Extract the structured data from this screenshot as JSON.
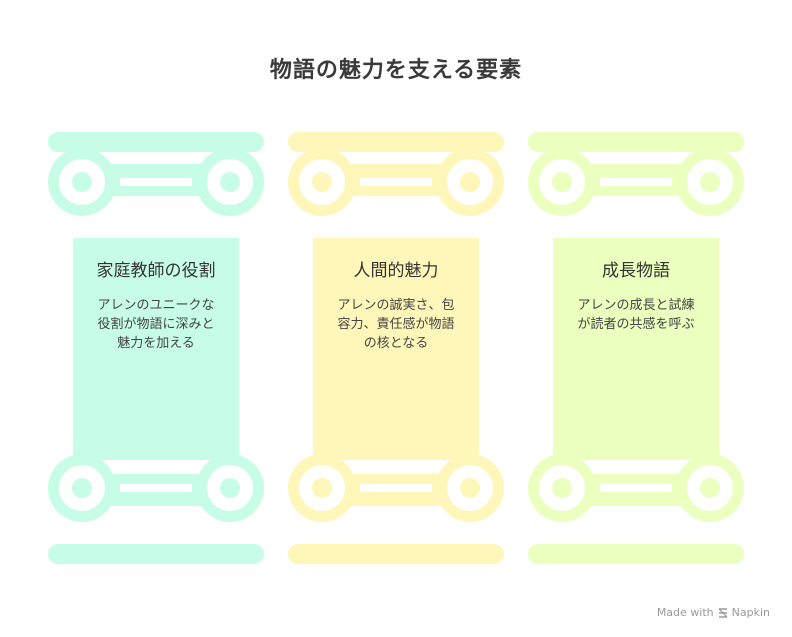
{
  "title": "物語の魅力を支える要素",
  "colors": {
    "col1": "#c7fde7",
    "col2": "#fff7b9",
    "col3": "#ebffbe"
  },
  "pillars": [
    {
      "title": "家庭教師の役割",
      "desc_lines": [
        "アレンのユニークな",
        "役割が物語に深みと",
        "魅力を加える"
      ]
    },
    {
      "title": "人間的魅力",
      "desc_lines": [
        "アレンの誠実さ、包",
        "容力、責任感が物語",
        "の核となる"
      ]
    },
    {
      "title": "成長物語",
      "desc_lines": [
        "アレンの成長と試練",
        "が読者の共感を呼ぶ"
      ]
    }
  ],
  "footer": {
    "made_with": "Made with",
    "brand": "Napkin",
    "icon": "napkin-logo-icon"
  }
}
